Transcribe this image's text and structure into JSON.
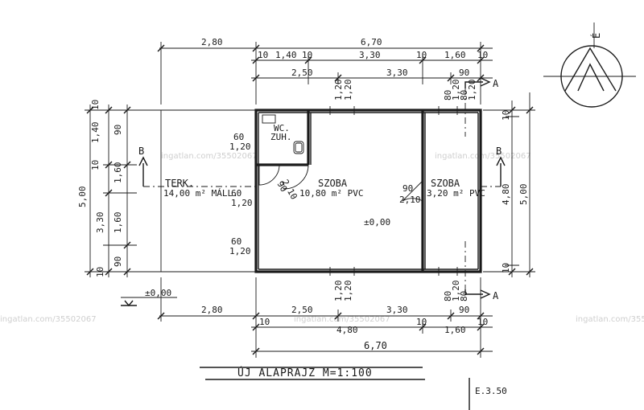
{
  "title": "ÚJ ALAPRAJZ  M=1:100",
  "page_number": "E.3.50",
  "level_mark": "±0,00",
  "floor_mark": "±0,00",
  "north_mark": "É",
  "section_marks": [
    "A",
    "A",
    "B",
    "B"
  ],
  "rooms": [
    {
      "name": "WC.",
      "sub": "ZUH."
    },
    {
      "name": "TERK.",
      "area": "14,00 m² MÁLL."
    },
    {
      "name": "SZOBA",
      "area": "10,80 m² PVC"
    },
    {
      "name": "SZOBA",
      "area": "3,20 m² PVC"
    }
  ],
  "dims_top": [
    "2,80",
    "6,70",
    "10",
    "1,40",
    "10",
    "3,30",
    "10",
    "1,60",
    "10",
    "2,50",
    "3,30",
    "90"
  ],
  "dims_bottom": [
    "2,80",
    "2,50",
    "3,30",
    "90",
    "10",
    "4,80",
    "10",
    "1,60",
    "10",
    "6,70"
  ],
  "dims_left": [
    "10",
    "1,40",
    "90",
    "10",
    "1,60",
    "5,00",
    "3,30",
    "1,60",
    "10",
    "90"
  ],
  "dims_right": [
    "10",
    "4,80",
    "5,00",
    "10"
  ],
  "openings": [
    "1,20",
    "1,20",
    "1,20",
    "1,20",
    "60",
    "1,20",
    "60",
    "1,20",
    "60",
    "1,20",
    "90",
    "2,10",
    "90",
    "2,10",
    "80",
    "1,20",
    "80",
    "1,20",
    "80",
    "1,20",
    "80"
  ],
  "watermark": "ingatlan.com/35502067"
}
